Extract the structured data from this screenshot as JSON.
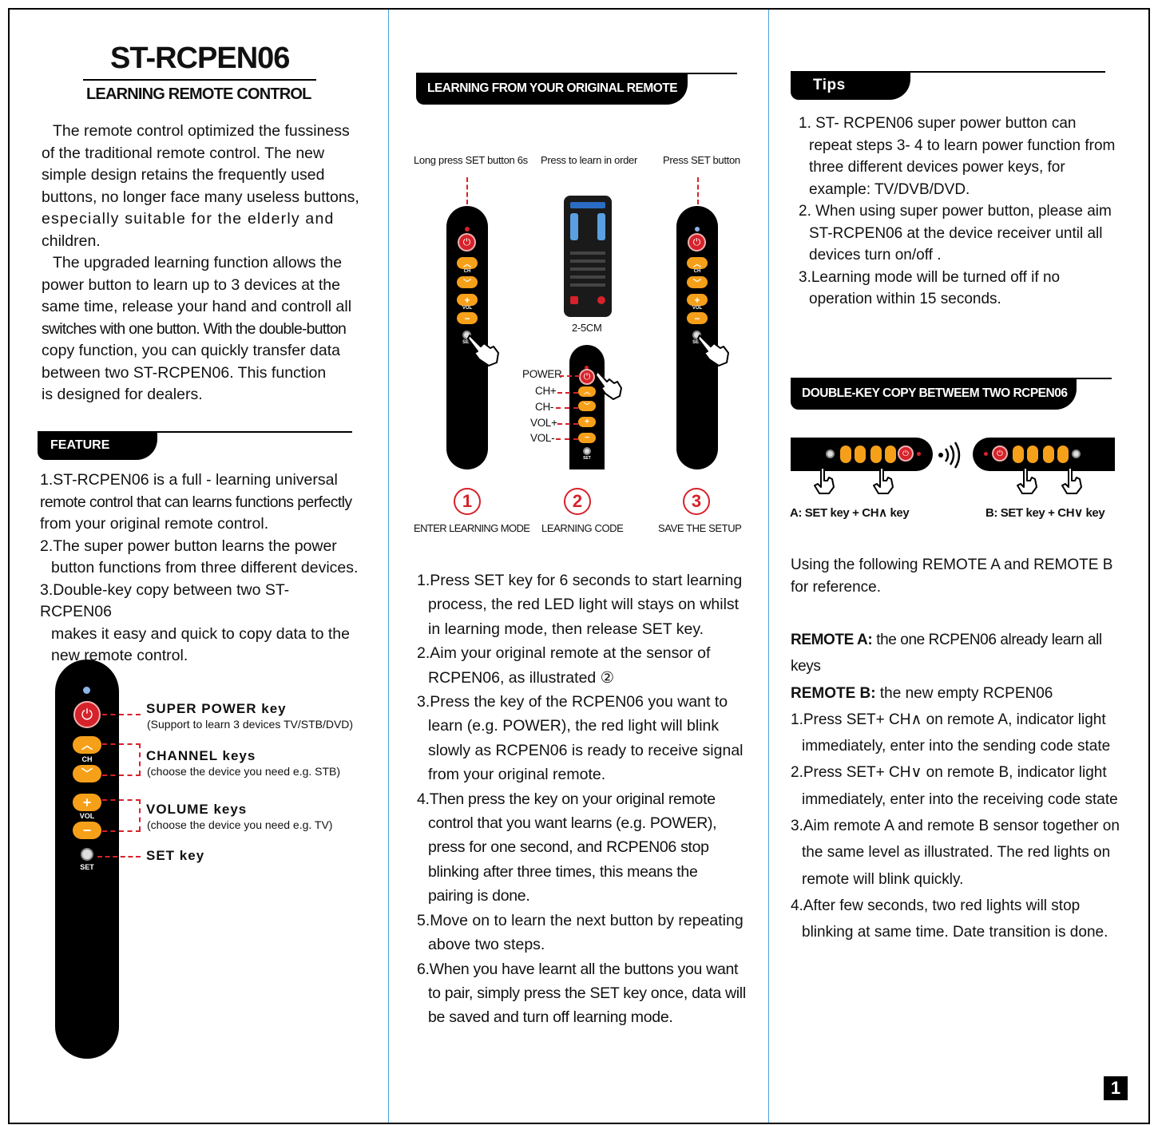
{
  "col1": {
    "title": "ST-RCPEN06",
    "subtitle": "LEARNING REMOTE CONTROL",
    "intro": [
      "The remote control optimized the fussiness",
      "of the traditional remote control. The new",
      "simple design retains the frequently used",
      "buttons, no longer face many useless buttons,",
      "especially suitable for the elderly and",
      "children.",
      "The upgraded learning function allows the",
      "power button to learn up to 3 devices at the",
      "same time, release your hand and controll all",
      "switches with one button. With the double-button",
      "copy function, you can quickly transfer data",
      "between two ST-RCPEN06. This function",
      "is designed for dealers."
    ],
    "feature_header": "FEATURE",
    "features": [
      "1.ST-RCPEN06 is a full - learning universal",
      "remote control that can learns functions perfectly",
      "from your original remote control.",
      "2.The super power button learns the power",
      "button functions from three different devices.",
      "3.Double-key copy between two ST-RCPEN06",
      "makes it easy and quick to copy data to the",
      "new remote control."
    ],
    "keys": {
      "super_power": "SUPER POWER key",
      "super_power_sub": "(Support to learn 3 devices TV/STB/DVD)",
      "channel": "CHANNEL keys",
      "channel_sub": "(choose the device you need e.g. STB)",
      "volume": "VOLUME keys",
      "volume_sub": "(choose the device you need e.g. TV)",
      "set": "SET key"
    },
    "remote_labels": {
      "ch": "CH",
      "vol": "VOL",
      "set": "SET",
      "plus": "+",
      "minus": "−",
      "up": "︿",
      "down": "﹀"
    }
  },
  "col2": {
    "header": "LEARNING FROM YOUR ORIGINAL REMOTE",
    "cap1": "Long press SET button 6s",
    "cap2": "Press to learn in order",
    "cap3": "Press SET button",
    "distance": "2-5CM",
    "learn_labels": [
      "POWER",
      "CH+",
      "CH-",
      "VOL+",
      "VOL-"
    ],
    "step_nums": [
      "1",
      "2",
      "3"
    ],
    "step_names": [
      "ENTER LEARNING MODE",
      "LEARNING CODE",
      "SAVE THE SETUP"
    ],
    "steps": [
      "1.Press SET key for 6 seconds to start learning process, the red LED light will stays on whilst in learning mode, then release SET key.",
      "2.Aim your original remote at the sensor of RCPEN06, as illustrated ②",
      "3.Press the key of the RCPEN06 you want to learn (e.g. POWER), the red light will blink slowly as RCPEN06 is ready to receive signal from your original remote.",
      "4.Then press the key on your original remote control that you want learns (e.g. POWER), press for one second, and RCPEN06 stop blinking after three times, this means the pairing is done.",
      "5.Move on to learn the next button by repeating above two steps.",
      "6.When you have learnt all the buttons you want to pair, simply press the SET key once, data will be saved and turn off learning mode."
    ]
  },
  "col3": {
    "tips_header": "Tips",
    "tips": [
      "1. ST- RCPEN06 super power button can repeat steps 3- 4 to learn power function from three different devices power keys, for example: TV/DVB/DVD.",
      "2. When using super power button, please aim ST-RCPEN06 at the device receiver until all devices turn on/off .",
      "3.Learning mode will be turned off if no operation within 15 seconds."
    ],
    "copy_header": "DOUBLE-KEY COPY BETWEEM TWO RCPEN06",
    "label_a": "A: SET key + CH∧ key",
    "label_b": "B: SET key + CH∨ key",
    "intro": [
      "Using the following REMOTE A and REMOTE B",
      "for reference."
    ],
    "remote_a_label": "REMOTE A:",
    "remote_a_text": " the one RCPEN06 already learn all keys",
    "remote_b_label": "REMOTE B:",
    "remote_b_text": " the new empty RCPEN06",
    "steps": [
      "1.Press SET+ CH∧ on remote A, indicator light immediately, enter into the sending code state",
      "2.Press SET+ CH∨ on remote B, indicator light immediately, enter into the receiving code state",
      "3.Aim remote A and remote B sensor together on the same level as illustrated. The red lights on remote will blink quickly.",
      "4.After few seconds, two red lights will stop blinking at same time. Date transition is done."
    ],
    "page_number": "1"
  },
  "colors": {
    "accent_red": "#d6222a",
    "accent_orange": "#f6a01a",
    "divider_blue": "#4aa3df"
  },
  "icons": [
    "power-icon",
    "set-gear-icon",
    "hand-pointer-icon",
    "signal-waves-icon"
  ]
}
